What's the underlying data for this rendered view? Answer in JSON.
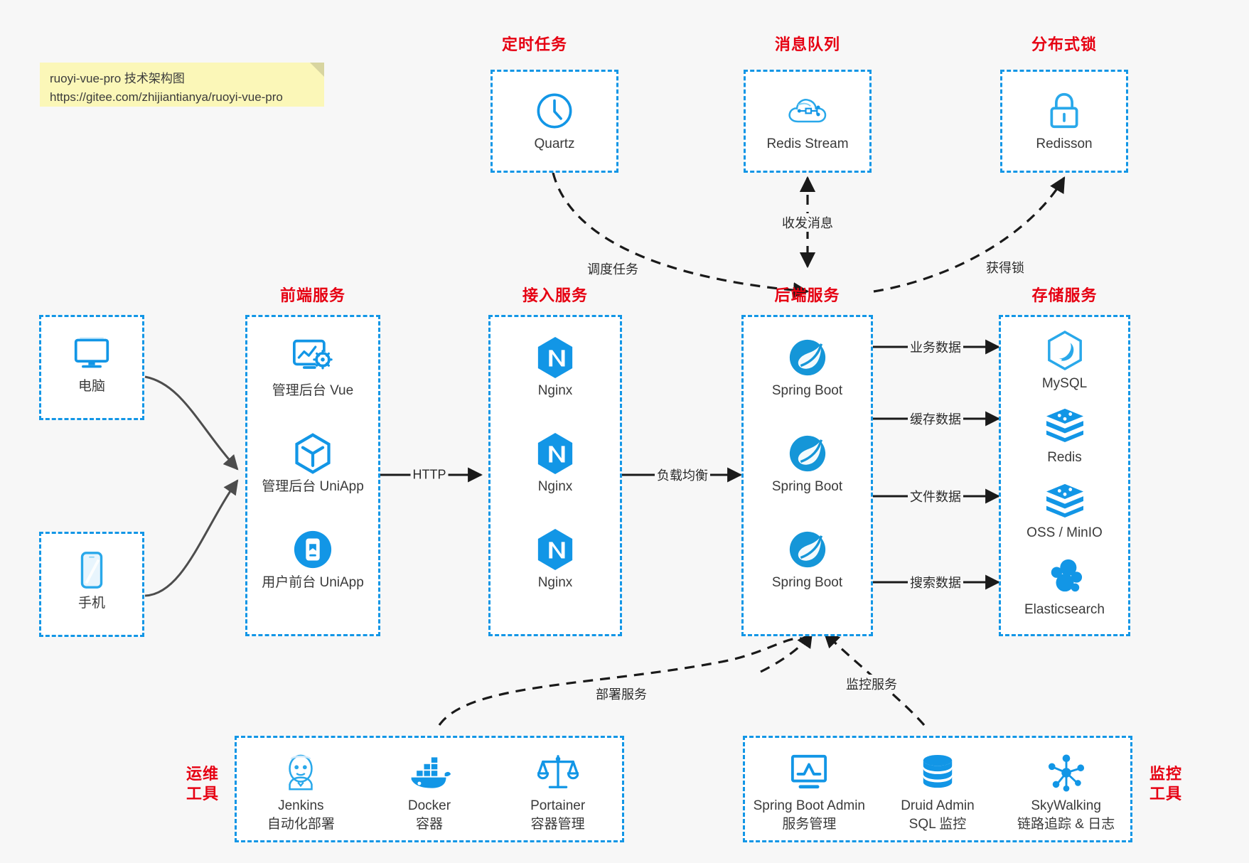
{
  "note": {
    "line1": "ruoyi-vue-pro 技术架构图",
    "line2": "https://gitee.com/zhijiantianya/ruoyi-vue-pro"
  },
  "colors": {
    "accent_blue": "#1296e6",
    "title_red": "#e60012",
    "arrow_gray": "#4d4d4d",
    "arrow_black": "#1a1a1a",
    "background": "#f7f7f7",
    "note_yellow": "#fbf7b8"
  },
  "groups": {
    "scheduler": {
      "title": "定时任务",
      "nodes": [
        {
          "label": "Quartz",
          "icon": "clock-icon"
        }
      ]
    },
    "mq": {
      "title": "消息队列",
      "nodes": [
        {
          "label": "Redis Stream",
          "icon": "cloud-stream-icon"
        }
      ]
    },
    "lock": {
      "title": "分布式锁",
      "nodes": [
        {
          "label": "Redisson",
          "icon": "lock-icon"
        }
      ]
    },
    "client_pc": {
      "title": "",
      "nodes": [
        {
          "label": "电脑",
          "icon": "monitor-icon"
        }
      ]
    },
    "client_mobile": {
      "title": "",
      "nodes": [
        {
          "label": "手机",
          "icon": "phone-icon"
        }
      ]
    },
    "frontend": {
      "title": "前端服务",
      "nodes": [
        {
          "label": "管理后台 Vue",
          "icon": "dashboard-gear-icon"
        },
        {
          "label": "管理后台 UniApp",
          "icon": "cube-icon"
        },
        {
          "label": "用户前台 UniApp",
          "icon": "app-circle-icon"
        }
      ]
    },
    "gateway": {
      "title": "接入服务",
      "nodes": [
        {
          "label": "Nginx",
          "icon": "nginx-icon"
        },
        {
          "label": "Nginx",
          "icon": "nginx-icon"
        },
        {
          "label": "Nginx",
          "icon": "nginx-icon"
        }
      ]
    },
    "backend": {
      "title": "后端服务",
      "nodes": [
        {
          "label": "Spring Boot",
          "icon": "spring-icon"
        },
        {
          "label": "Spring Boot",
          "icon": "spring-icon"
        },
        {
          "label": "Spring Boot",
          "icon": "spring-icon"
        }
      ]
    },
    "storage": {
      "title": "存储服务",
      "nodes": [
        {
          "label": "MySQL",
          "icon": "mysql-icon"
        },
        {
          "label": "Redis",
          "icon": "redis-icon"
        },
        {
          "label": "OSS / MinIO",
          "icon": "redis-icon"
        },
        {
          "label": "Elasticsearch",
          "icon": "elasticsearch-icon"
        }
      ]
    },
    "devops": {
      "title": "运维\n工具",
      "title_line1": "运维",
      "title_line2": "工具",
      "nodes": [
        {
          "label": "Jenkins",
          "sublabel": "自动化部署",
          "icon": "jenkins-icon"
        },
        {
          "label": "Docker",
          "sublabel": "容器",
          "icon": "docker-icon"
        },
        {
          "label": "Portainer",
          "sublabel": "容器管理",
          "icon": "scales-icon"
        }
      ]
    },
    "monitor": {
      "title_line1": "监控",
      "title_line2": "工具",
      "nodes": [
        {
          "label": "Spring Boot Admin",
          "sublabel": "服务管理",
          "icon": "monitor-chart-icon"
        },
        {
          "label": "Druid Admin",
          "sublabel": "SQL 监控",
          "icon": "database-icon"
        },
        {
          "label": "SkyWalking",
          "sublabel": "链路追踪 & 日志",
          "icon": "skywalking-icon"
        }
      ]
    }
  },
  "edges": [
    {
      "id": "schedule-task",
      "label": "调度任务"
    },
    {
      "id": "mq-send-receive",
      "label": "收发消息"
    },
    {
      "id": "acquire-lock",
      "label": "获得锁"
    },
    {
      "id": "http",
      "label": "HTTP"
    },
    {
      "id": "load-balance",
      "label": "负载均衡"
    },
    {
      "id": "business-data",
      "label": "业务数据"
    },
    {
      "id": "cache-data",
      "label": "缓存数据"
    },
    {
      "id": "file-data",
      "label": "文件数据"
    },
    {
      "id": "search-data",
      "label": "搜索数据"
    },
    {
      "id": "deploy-service",
      "label": "部署服务"
    },
    {
      "id": "monitor-service",
      "label": "监控服务"
    }
  ]
}
